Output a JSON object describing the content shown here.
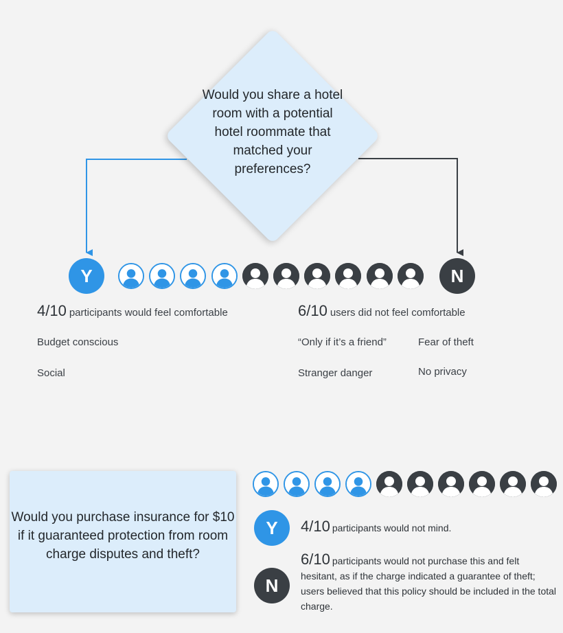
{
  "section1": {
    "question": "Would you share a hotel room with a potential hotel roommate that matched your preferences?",
    "yes_label": "Y",
    "no_label": "N",
    "yes_count": 4,
    "no_count": 6,
    "yes_stat_big": "4/10",
    "yes_stat_text": "participants would feel comfortable",
    "no_stat_big": "6/10",
    "no_stat_text": "users did not feel comfortable",
    "yes_reasons": [
      "Budget conscious",
      "Social"
    ],
    "no_reasons": [
      "“Only if it’s a friend”",
      "Fear of theft",
      "Stranger danger",
      "No privacy"
    ]
  },
  "section2": {
    "question": "Would you purchase insurance for $10 if it guaranteed protection from room charge disputes and theft?",
    "yes_label": "Y",
    "no_label": "N",
    "yes_count": 4,
    "no_count": 6,
    "yes_stat_big": "4/10",
    "yes_stat_text": "participants would not mind.",
    "no_stat_big": "6/10",
    "no_stat_text": "participants would not purchase this and felt hesitant, as if the charge indicated a guarantee of theft; users believed that this policy should be included in the total charge."
  },
  "colors": {
    "yes": "#2f95e6",
    "no": "#3a3f44",
    "question_bg": "#dcedfb",
    "background": "#f3f3f3"
  },
  "icons": [
    "person-icon"
  ]
}
